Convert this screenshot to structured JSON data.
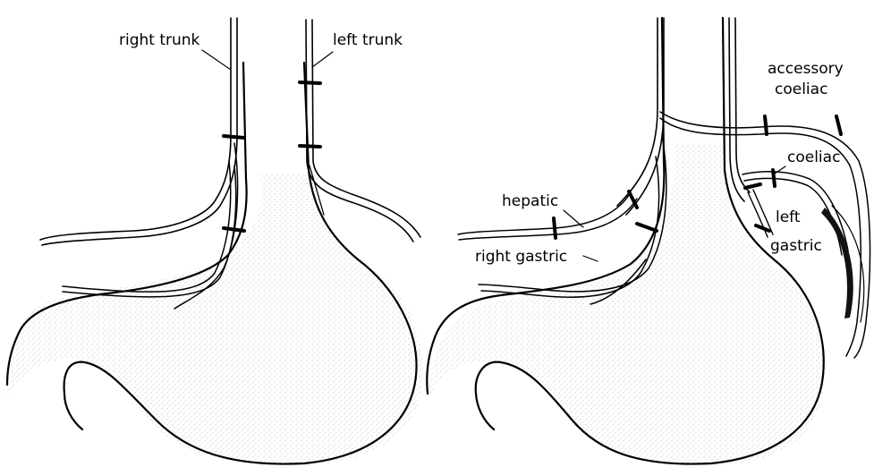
{
  "figure": {
    "left_panel": {
      "labels": {
        "right_trunk": "right trunk",
        "left_trunk": "left trunk"
      }
    },
    "right_panel": {
      "labels": {
        "accessory_coeliac_line1": "accessory",
        "accessory_coeliac_line2": "coeliac",
        "coeliac": "coeliac",
        "hepatic": "hepatic",
        "right_gastric": "right gastric",
        "left_gastric_line1": "left",
        "left_gastric_line2": "gastric"
      }
    }
  }
}
